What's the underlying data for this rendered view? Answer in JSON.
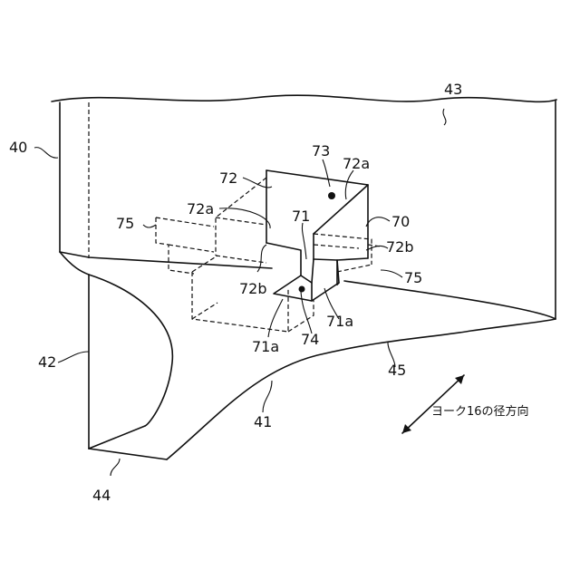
{
  "labels": {
    "l40": "40",
    "l41": "41",
    "l42": "42",
    "l43": "43",
    "l44": "44",
    "l45": "45",
    "l70": "70",
    "l71": "71",
    "l71a_1": "71a",
    "l71a_2": "71a",
    "l72": "72",
    "l72a_1": "72a",
    "l72a_2": "72a",
    "l72b_1": "72b",
    "l72b_2": "72b",
    "l73": "73",
    "l74": "74",
    "l75_1": "75",
    "l75_2": "75"
  },
  "direction_label": "ヨーク16の径方向"
}
